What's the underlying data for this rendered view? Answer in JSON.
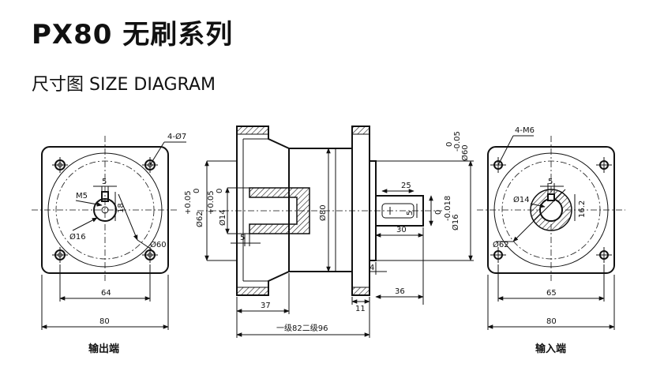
{
  "header": {
    "title": "PX80 无刷系列",
    "subtitle": "尺寸图 SIZE DIAGRAM"
  },
  "output_view": {
    "caption": "输出端",
    "hole_callout": "4-Ø7",
    "key_width": "5",
    "thread_label": "M5",
    "key_height": "18",
    "shaft_dia": "Ø16",
    "pcd": "Ø60",
    "hole_spacing": "64",
    "flange_width": "80"
  },
  "side_view": {
    "pilot_tol_upper": "+0.05",
    "pilot_tol_lower": "0",
    "pilot_dia": "Ø62",
    "bore_tol_upper": "+0.05",
    "bore_tol_lower": "0",
    "bore_dia": "Ø14",
    "bore_offset": "5",
    "body_dia": "Ø80",
    "flange_length": "37",
    "stage_length": "一级82二级96",
    "flange_thickness": "11",
    "shaft_length": "36",
    "shoulder": "4",
    "key_length": "25",
    "key_width": "5",
    "key_offset": "30",
    "shaft_tol_upper": "0",
    "shaft_tol_lower": "-0.018",
    "shaft_dia": "Ø16",
    "outer_tol_upper": "0",
    "outer_tol_lower": "-0.05",
    "outer_dia": "Ø60"
  },
  "input_view": {
    "caption": "输入端",
    "hole_callout": "4-M6",
    "key_width": "5",
    "bore_dia": "Ø14",
    "key_depth": "16.2",
    "pcd": "Ø62",
    "hole_spacing": "65",
    "flange_width": "80"
  }
}
